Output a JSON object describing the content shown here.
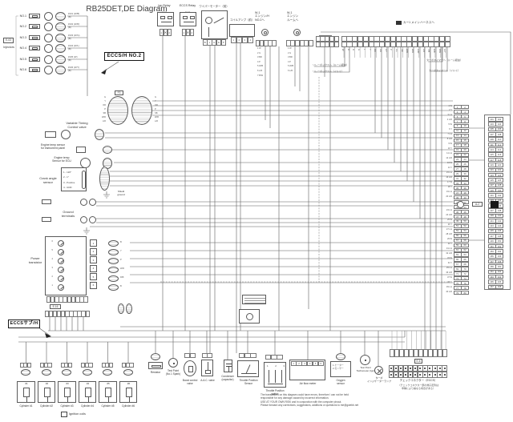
{
  "title": "RB25DET,DE Diagram",
  "callouts": {
    "main_harness_no2": "ECCS/H NO.2",
    "sub_harness": "ECCSサブ/H"
  },
  "injectors": {
    "group_label": "Injectors",
    "connector_code": "E-03",
    "items": [
      {
        "label": "NO.1",
        "pin": "#101",
        "wire": "(W/B)"
      },
      {
        "label": "NO.2",
        "pin": "#102",
        "wire": "(W/R)"
      },
      {
        "label": "NO.3",
        "pin": "#103",
        "wire": "(W/G)"
      },
      {
        "label": "NO.4",
        "pin": "#104",
        "wire": "(W/L)"
      },
      {
        "label": "NO.5",
        "pin": "#105",
        "wire": "(W)"
      },
      {
        "label": "NO.6",
        "pin": "#106",
        "wire": "(W/Y)"
      }
    ]
  },
  "relays": {
    "ign": {
      "name": "Ign Relay",
      "code": "（16）"
    },
    "eccs": {
      "name": "ECCS Relay",
      "code": "（16）"
    }
  },
  "jp_units": {
    "wiper": "ワイパーモーター（前）",
    "wiper_pins": [
      "B",
      "L",
      "H",
      "E",
      "P"
    ],
    "coil_amp": "コイルアンプ（前）",
    "coil_amp_pins": [
      "1",
      "2",
      "3",
      "4"
    ]
  },
  "harness_links": {
    "engine_no2": "W-1\nエンジン/H\nNO.2へ",
    "engine_room": "W-1\nエンジン\nルームへ",
    "main": "カー1 メインハーネスへ"
  },
  "annotations": {
    "a1": "リレーボックスへ（ルーム経由）",
    "a2": "リレーボックスへ（イルミ）",
    "b1": "ターボタイマーへ（ルーム経由）",
    "b2": "ターボタイマーへ（イルミ）"
  },
  "left_components": {
    "vtc": {
      "label": "Variable Timing\nControl valve"
    },
    "temp_panel": {
      "label": "Engine temp sensor\nfor instrument panel"
    },
    "temp_ecu": {
      "label": "Engine temp\nSensor for ECU"
    },
    "cas": {
      "label": "Crank angle\nsensor",
      "pins": [
        "1 - 120°",
        "2 - 1°",
        "3 - Positive",
        "4 - GND"
      ],
      "shield": "Shield\nground"
    },
    "ground": {
      "label": "Ground\nterminals"
    },
    "pt": {
      "label": "Power\ntransistor",
      "code": "E-16"
    }
  },
  "f3_code": "F3",
  "ecu": {
    "left_rows": 40,
    "right_rows": 34,
    "mid_code": "A-2"
  },
  "top_connector": {
    "group1_cells": 5,
    "group2_cells": 20,
    "drop_count": 20
  },
  "wire_colors": [
    "W",
    "B",
    "R",
    "G",
    "L",
    "Y",
    "BR",
    "OR",
    "GY",
    "P",
    "LG",
    "SB",
    "W/B",
    "W/R",
    "G/W",
    "L/R",
    "Y/B",
    "R/B",
    "B/W",
    "G/Y"
  ],
  "bottom_row": {
    "resistor": {
      "label": "Resistor"
    },
    "tp_spark": {
      "label": "Test Point\n(No.1 Spark)"
    },
    "boost": {
      "label": "Boost control\nvalve"
    },
    "aac": {
      "label": "A.A.C. valve"
    },
    "cond": {
      "label": "Condenser\n(capacitor)"
    },
    "tps": {
      "label": "Throttle Position\nSensor"
    },
    "tpsw": {
      "label": "Throttle Position\nswitch",
      "pins": [
        "1",
        "2",
        "3"
      ]
    },
    "afm": {
      "label": "Air flow meter",
      "pins": [
        "1",
        "2",
        "3",
        "4",
        "5",
        "6"
      ]
    },
    "o2": {
      "label": "Oxygen\nsensor",
      "pins": "1-ヒーター\n2-センサー"
    },
    "tach": {
      "label": "Test Point\nTachometer (Ign)"
    },
    "turbo_lamp": {
      "label": "ターボ\nインジケーターランプ"
    },
    "check": {
      "label": "チェックコネクター（ECCS）",
      "code": "E-6",
      "note": "（チェックコネクター部の端子配列は\n車種により異なる場合がある）"
    }
  },
  "coils": {
    "legend": "Ignition coils",
    "items": [
      {
        "tag": "#1",
        "label": "Cylinder #1"
      },
      {
        "tag": "#2",
        "label": "Cylinder #2"
      },
      {
        "tag": "#3",
        "label": "Cylinder #3"
      },
      {
        "tag": "#4",
        "label": "Cylinder #4"
      },
      {
        "tag": "#5",
        "label": "Cylinder #5"
      },
      {
        "tag": "#6",
        "label": "Cylinder #6"
      }
    ]
  },
  "disclaimer": [
    "The translations on this diagram could have errors, therefore I can not be held",
    "responsible for any damage caused by incorrect information.",
    "USE AT YOUR OWN RISK and in conjunction with the computer pinout.",
    "Please forward any corrections, suggestions, additions or questions to me@gwebb.net"
  ]
}
